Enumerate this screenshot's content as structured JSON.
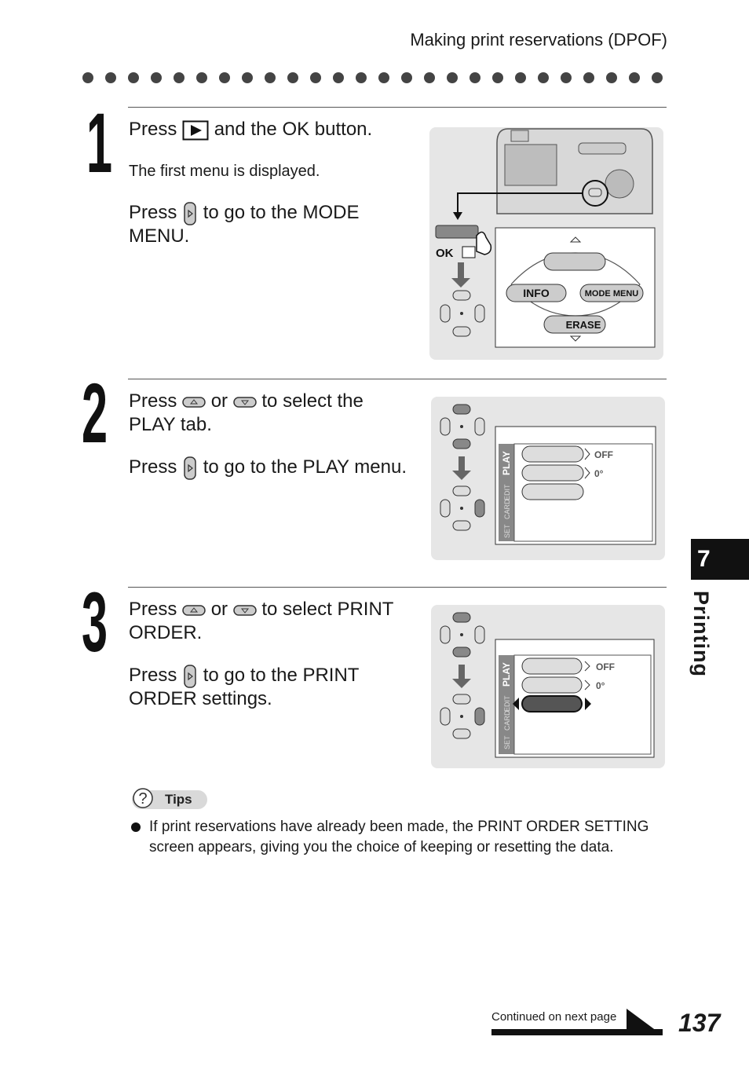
{
  "header": {
    "title": "Making print reservations (DPOF)"
  },
  "steps": [
    {
      "number": "1",
      "line1_pre": "Press",
      "line1_post": "and the OK button.",
      "line2": "The first menu is displayed.",
      "line3_pre": "Press",
      "line3_post": "to go to the MODE",
      "line3b": "MENU."
    },
    {
      "number": "2",
      "line1_pre": "Press",
      "line1_mid": "or",
      "line1_post": "to select the",
      "line1b": "PLAY tab.",
      "line2_pre": "Press",
      "line2_post": "to go to the PLAY menu."
    },
    {
      "number": "3",
      "line1_pre": "Press",
      "line1_mid": "or",
      "line1_post": "to select PRINT",
      "line1b": "ORDER.",
      "line2_pre": "Press",
      "line2_post": "to go to the PRINT",
      "line2b": "ORDER settings."
    }
  ],
  "illus1": {
    "ok_label": "OK",
    "info": "INFO",
    "mode_menu": "MODE MENU",
    "erase": "ERASE"
  },
  "illus2": {
    "tab_play": "PLAY",
    "tab_edit": "EDIT",
    "tab_card": "CARD",
    "tab_set": "SET",
    "off": "OFF",
    "deg": "0°"
  },
  "illus3": {
    "tab_play": "PLAY",
    "tab_edit": "EDIT",
    "tab_card": "CARD",
    "tab_set": "SET",
    "off": "OFF",
    "deg": "0°"
  },
  "tips": {
    "label": "Tips",
    "text": "If print reservations have already been made, the PRINT ORDER SETTING screen appears, giving you the choice of keeping or resetting the data."
  },
  "sidebar": {
    "chapter_number": "7",
    "chapter_title": "Printing"
  },
  "footer": {
    "continued": "Continued on next page",
    "page_number": "137"
  }
}
